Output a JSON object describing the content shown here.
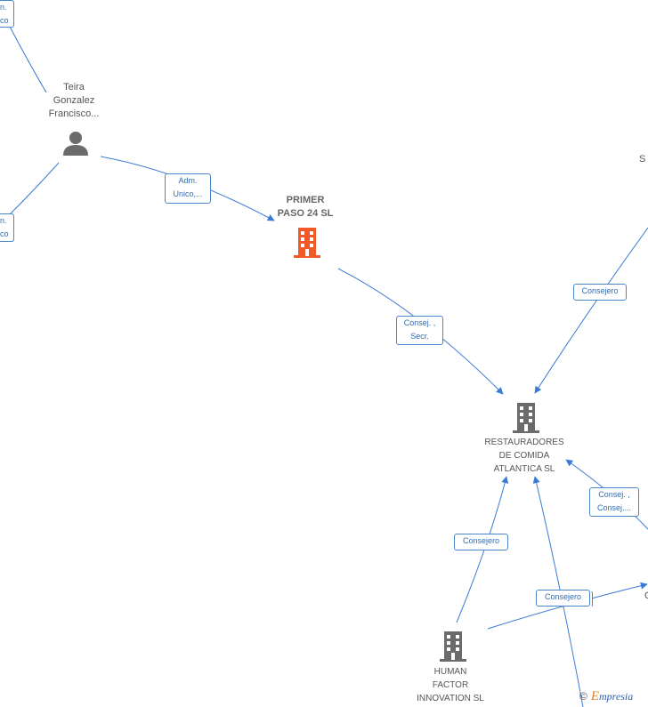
{
  "nodes": {
    "teira": {
      "lines": [
        "Teira",
        "Gonzalez",
        "Francisco..."
      ],
      "icon": "person-icon"
    },
    "primer_paso": {
      "lines": [
        "PRIMER",
        "PASO 24  SL"
      ],
      "icon": "building-icon",
      "color": "#f05a28"
    },
    "restauradores": {
      "lines": [
        "RESTAURADORES",
        "DE COMIDA",
        "ATLANTICA  SL"
      ],
      "icon": "building-icon",
      "color": "#6b6b6b"
    },
    "human_factor": {
      "lines": [
        "HUMAN",
        "FACTOR",
        "INNOVATION  SL"
      ],
      "icon": "building-icon",
      "color": "#6b6b6b"
    },
    "right_edge_partial": {
      "lines": [
        "S"
      ]
    },
    "right_edge_partial_2": {
      "lines": [
        "C"
      ]
    }
  },
  "edge_labels": {
    "top_left_partial": [
      "n.",
      "co"
    ],
    "mid_left_partial": [
      "n.",
      "co"
    ],
    "adm_unico": [
      "Adm.",
      "Unico,..."
    ],
    "consej_secr": [
      "Consej. ,",
      "Secr."
    ],
    "consejero_upper_right": [
      "Consejero"
    ],
    "consej_consej": [
      "Consej. ,",
      "Consej...."
    ],
    "consejero_human": [
      "Consejero"
    ],
    "consejero_bottom": [
      "Consejero"
    ]
  },
  "colors": {
    "edge": "#3a7bd5",
    "label_border": "#4a86c8",
    "label_text": "#2f6db5",
    "focus_node": "#f05a28",
    "node": "#6b6b6b"
  },
  "watermark": {
    "copyright": "©",
    "brand_initial": "E",
    "brand_rest": "mpresia"
  }
}
